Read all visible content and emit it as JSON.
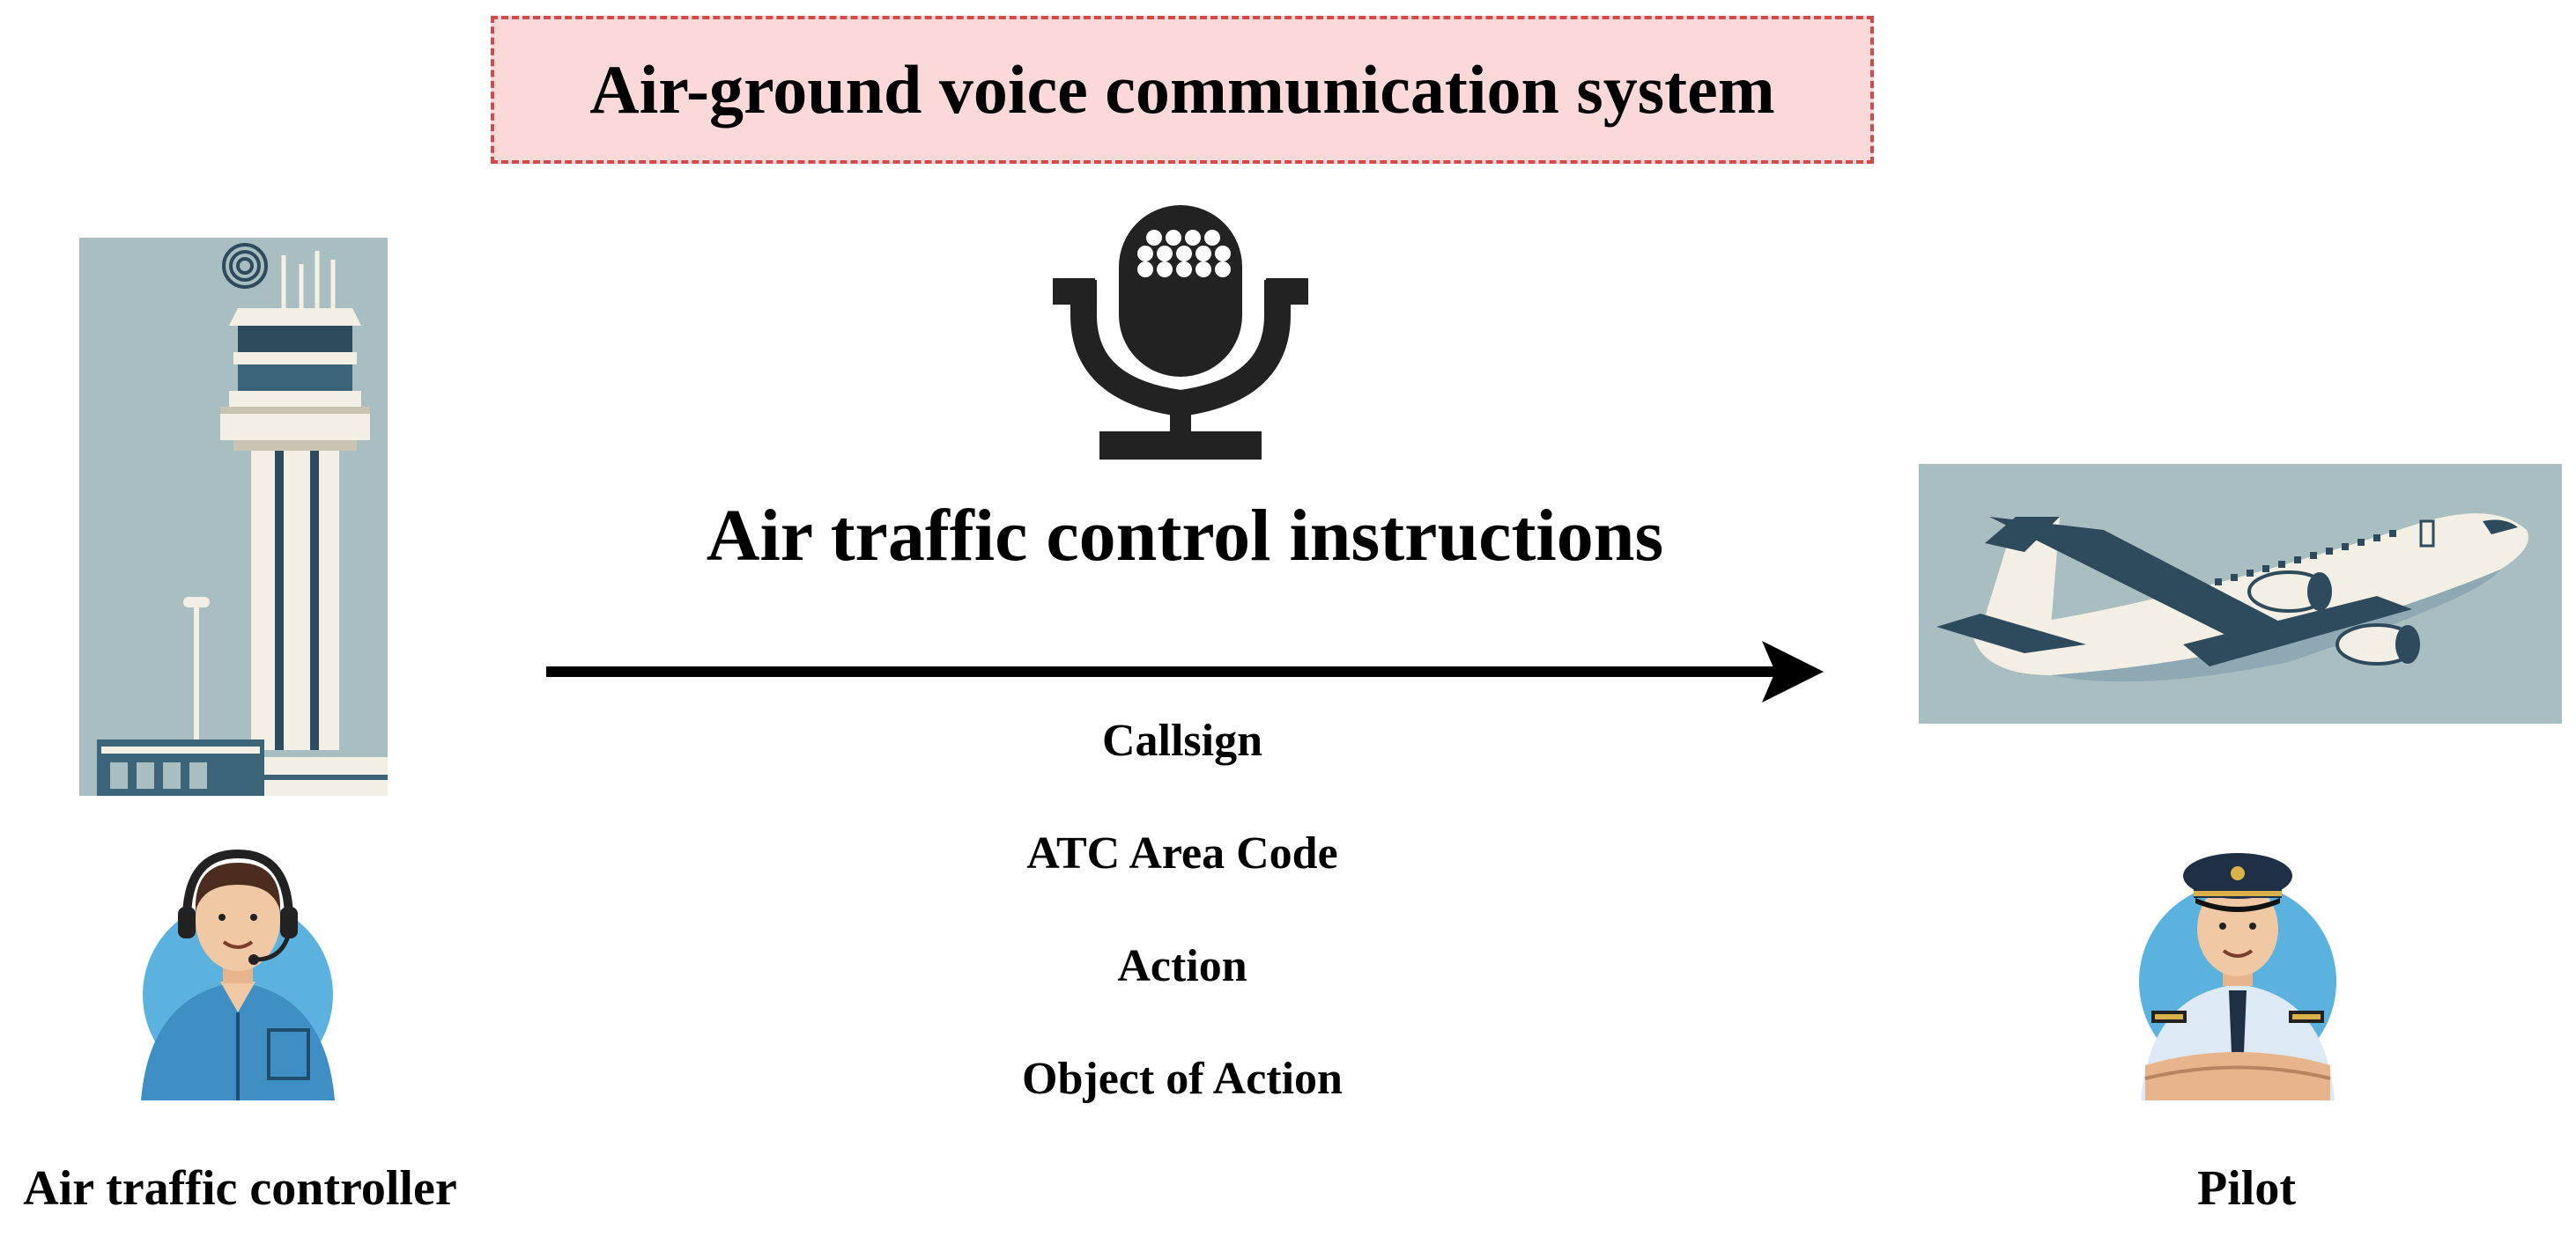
{
  "title": "Air-ground voice communication system",
  "instruction_heading": "Air traffic control instructions",
  "instruction_parts": [
    "Callsign",
    "ATC Area Code",
    "Action",
    "Object of Action"
  ],
  "controller_label": "Air traffic controller",
  "pilot_label": "Pilot",
  "icons": {
    "microphone": "microphone-icon",
    "tower": "control-tower-illustration",
    "controller": "controller-avatar",
    "airplane": "airplane-illustration",
    "pilot": "pilot-avatar"
  },
  "colors": {
    "title_fill": "#fcd9d9",
    "title_border": "#d24a4a",
    "sky": "#a9bec0",
    "accent_blue": "#5cb2de",
    "dark": "#222222"
  }
}
